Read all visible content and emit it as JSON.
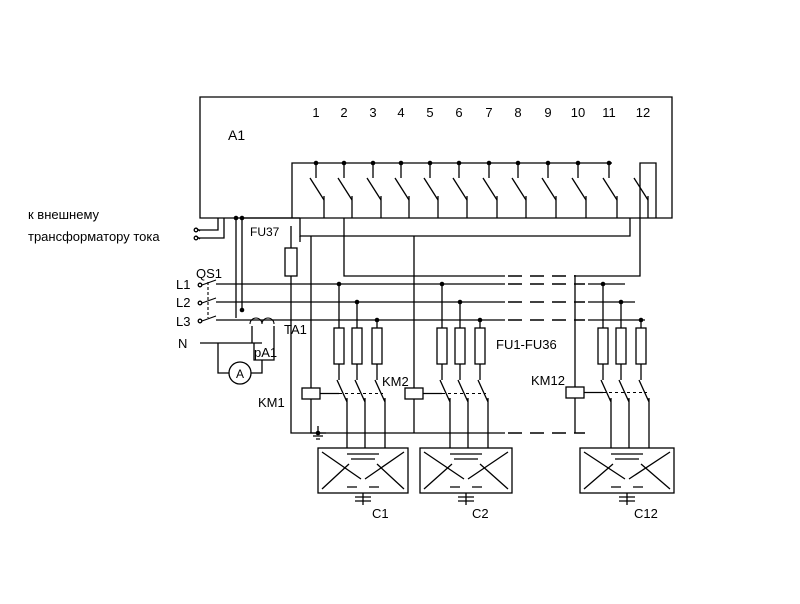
{
  "diagram": {
    "controller_label": "A1",
    "channel_numbers": [
      "1",
      "2",
      "3",
      "4",
      "5",
      "6",
      "7",
      "8",
      "9",
      "10",
      "11",
      "12"
    ],
    "external_ct_line1": "к внешнему",
    "external_ct_line2": "трансформатору тока",
    "fuse_control_label": "FU37",
    "switch_label": "QS1",
    "phase_labels": [
      "L1",
      "L2",
      "L3"
    ],
    "neutral_label": "N",
    "ct_label": "TA1",
    "ammeter_label": "pA1",
    "ammeter_symbol": "A",
    "fuse_group_label": "FU1-FU36",
    "contactor_labels": [
      "KM1",
      "KM2",
      "KM12"
    ],
    "capacitor_labels": [
      "C1",
      "C2",
      "C12"
    ]
  }
}
